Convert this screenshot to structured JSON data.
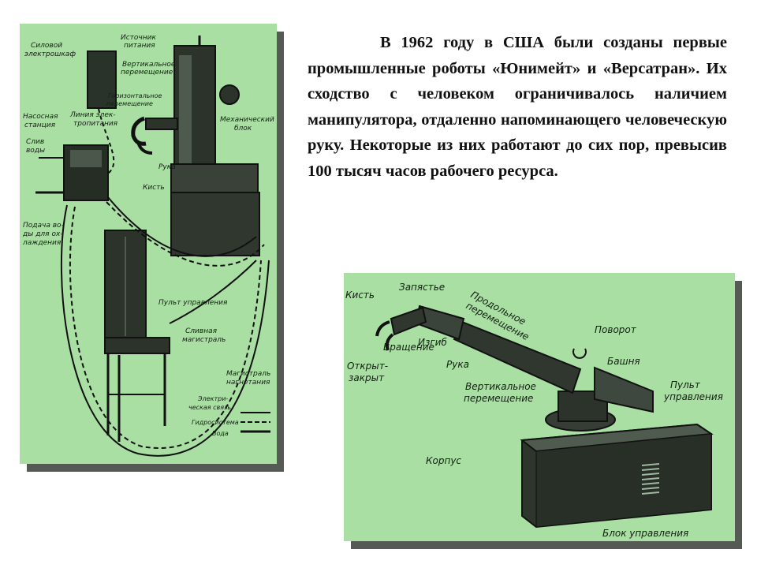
{
  "slide": {
    "paragraph": "В 1962 году в США были созданы первые промышленные роботы «Юнимейт» и «Версатран». Их сходство с человеком ограничивалось наличием манипулятора, отдаленно напоминающего человеческую руку. Некоторые из них работают до сих пор, превысив 100 тысяч часов рабочего ресурса."
  },
  "left_figure": {
    "labels": {
      "power_cabinet_1": "Силовой",
      "power_cabinet_2": "электрошкаф",
      "power_source_1": "Источник",
      "power_source_2": "питания",
      "vertical_1": "Вертикальное",
      "vertical_2": "перемещение",
      "horizontal_1": "Горизонтальное",
      "horizontal_2": "перемещение",
      "mech_block_1": "Механический",
      "mech_block_2": "блок",
      "pump_1": "Насосная",
      "pump_2": "станция",
      "drain_1": "Слив",
      "drain_2": "воды",
      "water_supply_1": "Подача во-",
      "water_supply_2": "ды для ох-",
      "water_supply_3": "лаждения",
      "power_line_1": "Линия элек-",
      "power_line_2": "тропитания",
      "hand": "Рука",
      "wrist": "Кисть",
      "control_panel": "Пульт управления",
      "drain_main_1": "Сливная",
      "drain_main_2": "магистраль",
      "pressure_main_1": "Магистраль",
      "pressure_main_2": "нагнетания",
      "legend_electric_1": "Электри-",
      "legend_electric_2": "ческая связь",
      "legend_hydraulic": "Гидросистема",
      "legend_water": "Вода"
    }
  },
  "right_figure": {
    "labels": {
      "wrist_joint": "Запястье",
      "hand_tip": "Кисть",
      "longitudinal_1": "Продольное",
      "longitudinal_2": "перемещение",
      "bend": "Изгиб",
      "rotation": "Вращение",
      "open_close_1": "Открыт-",
      "open_close_2": "закрыт",
      "arm": "Рука",
      "turn": "Поворот",
      "tower": "Башня",
      "vertical_1": "Вертикальное",
      "vertical_2": "перемещение",
      "panel_1": "Пульт",
      "panel_2": "управления",
      "body": "Корпус",
      "control_block": "Блок управления"
    }
  }
}
